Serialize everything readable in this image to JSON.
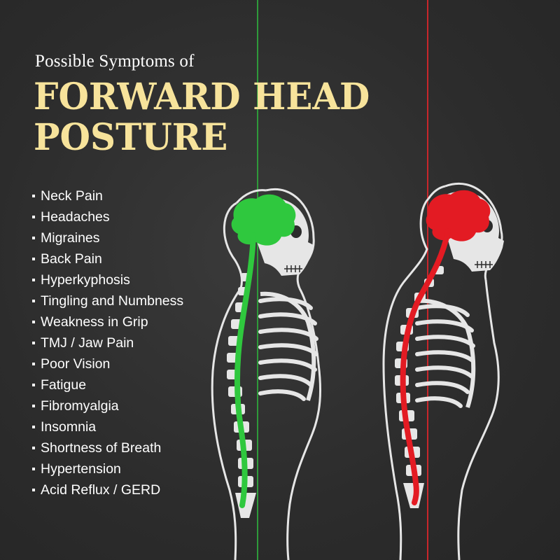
{
  "heading": {
    "subtitle": "Possible Symptoms of",
    "title_line1": "FORWARD HEAD",
    "title_line2": "POSTURE"
  },
  "symptoms": [
    "Neck Pain",
    "Headaches",
    "Migraines",
    "Back Pain",
    "Hyperkyphosis",
    "Tingling and Numbness",
    "Weakness in Grip",
    "TMJ / Jaw Pain",
    "Poor Vision",
    "Fatigue",
    "Fibromyalgia",
    "Insomnia",
    "Shortness of Breath",
    "Hypertension",
    "Acid Reflux / GERD"
  ],
  "figures": [
    {
      "kind": "healthy-posture",
      "color": "#2fc83e",
      "line_color": "#2e9a3a"
    },
    {
      "kind": "forward-head-posture",
      "color": "#e31b23",
      "line_color": "#c9262b"
    }
  ],
  "colors": {
    "background": "#2f2f2f",
    "title_accent": "#f7e39b",
    "skeleton": "#e6e6e6"
  }
}
